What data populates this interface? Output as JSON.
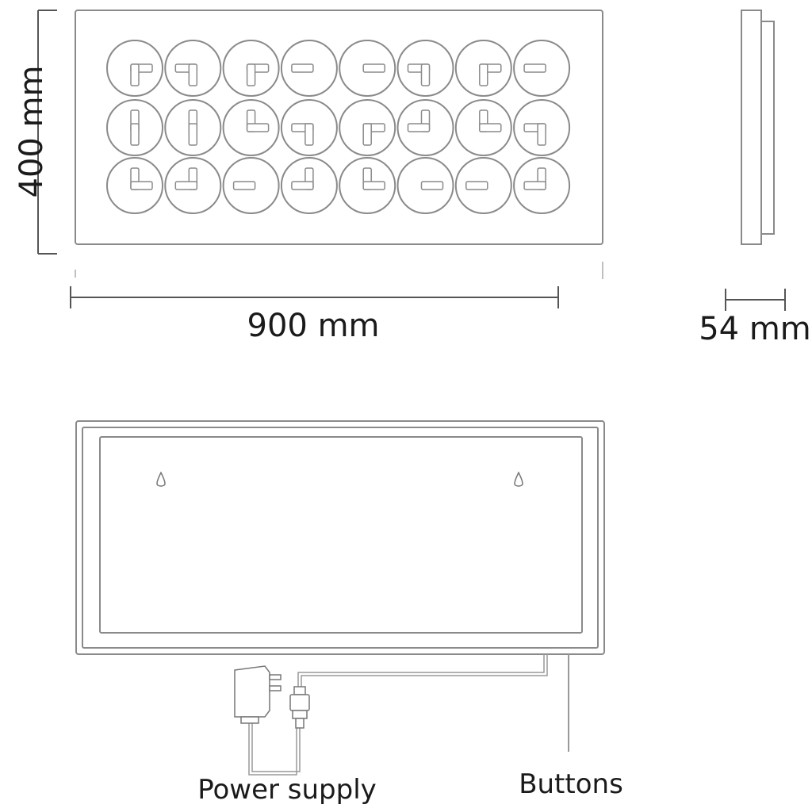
{
  "dimensions": {
    "height_label": "400 mm",
    "width_label": "900 mm",
    "depth_label": "54 mm"
  },
  "labels": {
    "power_supply": "Power supply",
    "buttons": "Buttons"
  },
  "clock_face": {
    "rows": 3,
    "columns": 8,
    "dials": [
      [
        "corner-tl",
        "corner-tr",
        "corner-tl",
        "hand-left",
        "hand-right",
        "corner-tr",
        "corner-tl",
        "hand-left"
      ],
      [
        "hand-vertical",
        "hand-vertical",
        "corner-bl",
        "corner-tr-down",
        "corner-tl",
        "corner-br",
        "corner-bl",
        "corner-tr-down"
      ],
      [
        "corner-bl",
        "corner-br",
        "hand-left",
        "corner-br",
        "corner-bl",
        "hand-right",
        "hand-left",
        "corner-br"
      ]
    ]
  },
  "colors": {
    "line": "#8a8a8a",
    "dark_line": "#555555",
    "text": "#1a1a1a"
  }
}
